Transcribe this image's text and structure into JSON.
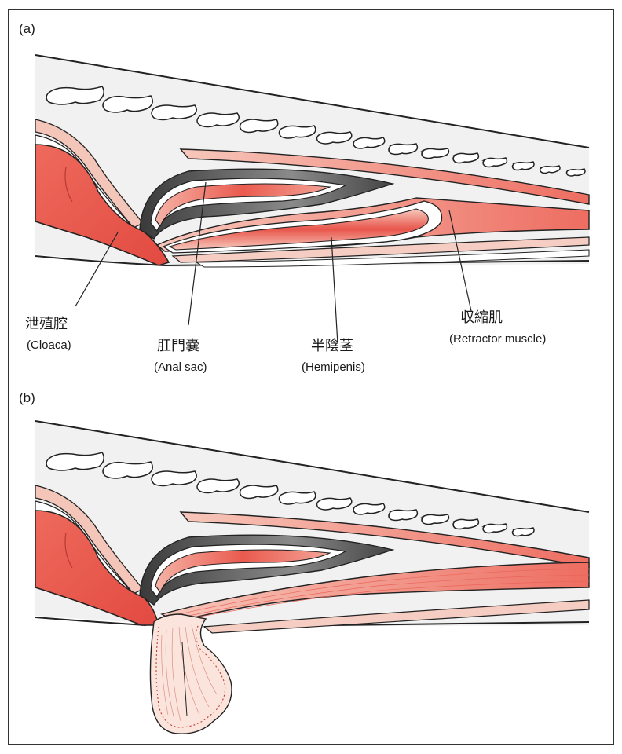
{
  "panels": [
    {
      "id": "a",
      "label": "(a)"
    },
    {
      "id": "b",
      "label": "(b)"
    }
  ],
  "labels": {
    "cloaca": {
      "jp": "泄殖腔",
      "en": "(Cloaca)"
    },
    "anal_sac": {
      "jp": "肛門嚢",
      "en": "(Anal sac)"
    },
    "hemipenis": {
      "jp": "半陰茎",
      "en": "(Hemipenis)"
    },
    "retractor": {
      "jp": "収縮肌",
      "en": "(Retractor muscle)"
    }
  },
  "colors": {
    "tissue_red": "#e8554b",
    "tissue_light": "#f6c4b8",
    "vertebra": "#ffffff",
    "anal_sac_gray": "#5e5e5e",
    "outline": "#222222",
    "body_fill": "#f1f1f1"
  },
  "icons": [
    "vertebra-icon"
  ]
}
